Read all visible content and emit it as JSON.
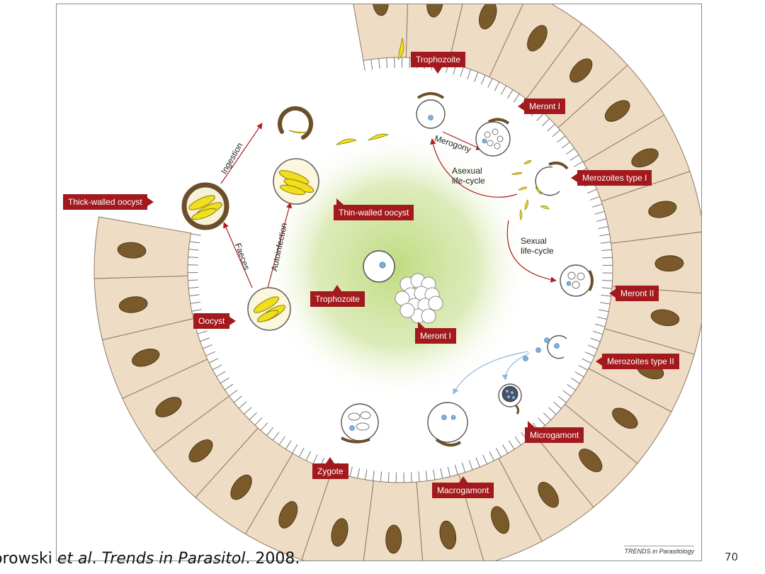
{
  "labels": {
    "trophozoite_top": "Trophozoite",
    "meront_i_top": "Meront I",
    "merozoites_type_i": "Merozoites type I",
    "thick_walled_oocyst": "Thick-walled oocyst",
    "thin_walled_oocyst": "Thin-walled oocyst",
    "trophozoite_center": "Trophozoite",
    "meront_i_center": "Meront I",
    "meront_ii": "Meront II",
    "oocyst": "Oocyst",
    "merozoites_type_ii": "Merozoites type II",
    "microgamont": "Microgamont",
    "zygote": "Zygote",
    "macrogamont": "Macrogamont"
  },
  "annotations": {
    "ingestion": "Ingestion",
    "autoinfection": "Autoinfection",
    "faeces": "Faeces",
    "merogony": "Merogony",
    "asexual_line1": "Asexual",
    "asexual_line2": "life-cycle",
    "sexual_line1": "Sexual",
    "sexual_line2": "life-cycle"
  },
  "journal_credit": "TRENDS in Parasitology",
  "citation": {
    "author": "Borowski ",
    "etal": "et al",
    "mid": ". ",
    "journal": "Trends in Parasitol",
    "year": ". 2008."
  },
  "page_number": "70",
  "colors": {
    "label_bg": "#a21a1d",
    "cell_fill": "#efdcc4",
    "nucleus": "#7a5a2a",
    "oocyst_yellow": "#f1de1c",
    "lumen_green": "#bcd97a",
    "arrow": "#b01e22",
    "arrow_blue": "#8fb8dc"
  }
}
